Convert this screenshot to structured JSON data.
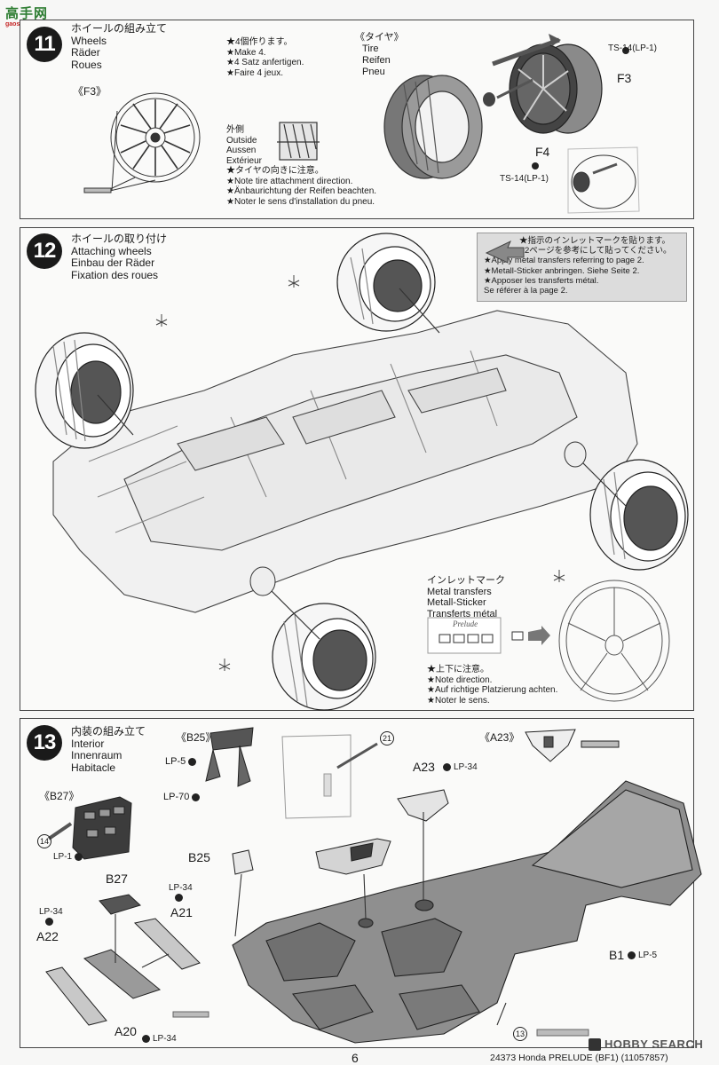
{
  "watermark": {
    "top": "高手网",
    "bottom": "gaoshou.com"
  },
  "step11": {
    "number": "11",
    "title": [
      "ホイールの組み立て",
      "Wheels",
      "Räder",
      "Roues"
    ],
    "make_note": [
      "★4個作ります。",
      "★Make 4.",
      "★4 Satz anfertigen.",
      "★Faire 4 jeux."
    ],
    "f3_label": "《F3》",
    "outside_label": [
      "外側",
      "Outside",
      "Aussen",
      "Extérieur"
    ],
    "tire_note": [
      "★タイヤの向きに注意。",
      "★Note tire attachment direction.",
      "★Änbaurichtung der Reifen beachten.",
      "★Noter le sens d'installation du pneu."
    ],
    "tire_label": [
      "《タイヤ》",
      "Tire",
      "Reifen",
      "Pneu"
    ],
    "ts14_top": "TS-14(LP-1)",
    "f3_part": "F3",
    "f4_part": "F4",
    "ts14_bottom": "TS-14(LP-1)"
  },
  "step12": {
    "number": "12",
    "title": [
      "ホイールの取り付け",
      "Attaching wheels",
      "Einbau der Räder",
      "Fixation des roues"
    ],
    "transfer_note": [
      "★指示のインレットマークを貼ります。",
      "2ページを参考にして貼ってください。",
      "★Apply metal transfers referring to page 2.",
      "★Metall-Sticker anbringen. Siehe Seite 2.",
      "★Apposer les transferts métal.",
      "Se référer à la page 2."
    ],
    "metal_label": [
      "インレットマーク",
      "Metal transfers",
      "Metall-Sticker",
      "Transferts métal"
    ],
    "sticker_text": "Prelude",
    "orient_note": [
      "★上下に注意。",
      "★Note direction.",
      "★Auf richtige Platzierung achten.",
      "★Noter le sens."
    ]
  },
  "step13": {
    "number": "13",
    "title": [
      "内装の組み立て",
      "Interior",
      "Innenraum",
      "Habitacle"
    ],
    "b25_ref": "《B25》",
    "lp5_a": "LP-5",
    "lp70": "LP-70",
    "a23_ref": "《A23》",
    "ref21": "21",
    "a23_part": "A23",
    "lp34_a23": "LP-34",
    "b27_ref": "《B27》",
    "ref14": "14",
    "lp1": "LP-1",
    "b25_part": "B25",
    "b27_part": "B27",
    "lp34_a21": "LP-34",
    "a21_part": "A21",
    "lp34_a22": "LP-34",
    "a22_part": "A22",
    "b1_part": "B1",
    "lp5_b1": "LP-5",
    "a20_part": "A20",
    "lp34_a20": "LP-34",
    "ref13": "13"
  },
  "footer": {
    "page_number": "6",
    "product": "24373 Honda PRELUDE (BF1) (11057857)",
    "logo": "HOBBY SEARCH"
  }
}
